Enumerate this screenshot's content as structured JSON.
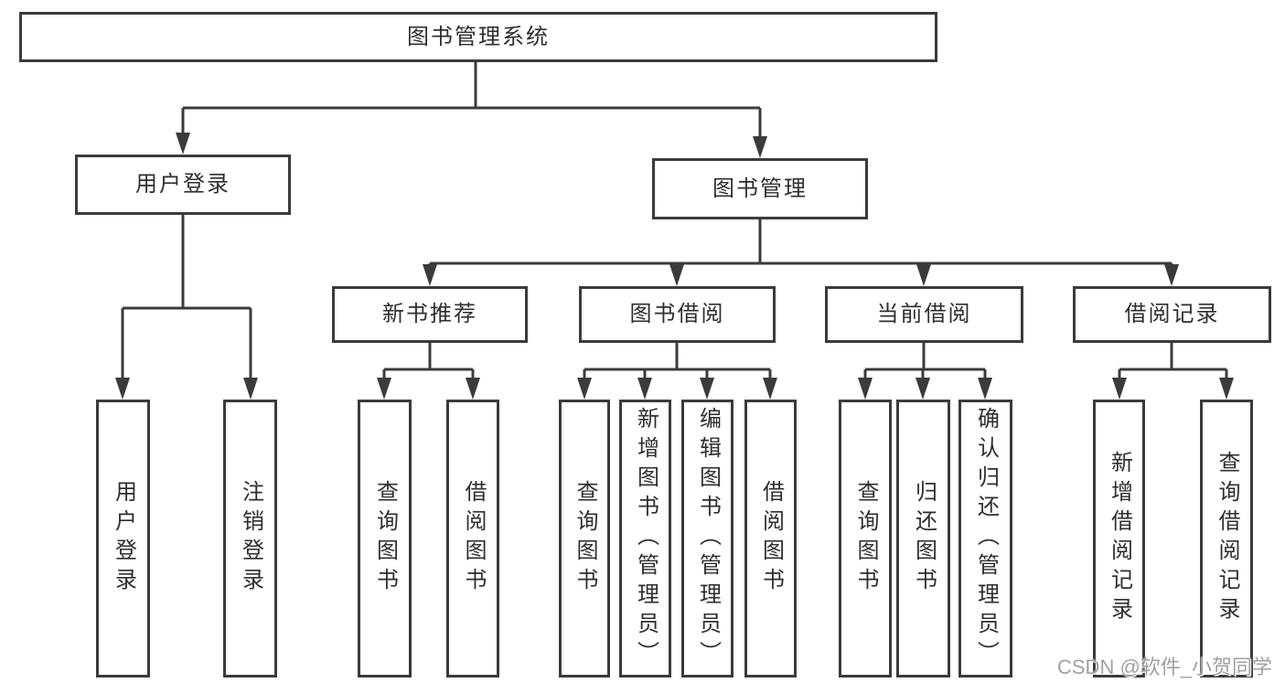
{
  "tree": {
    "root": {
      "label": "图书管理系统"
    },
    "branches": [
      {
        "label": "用户登录",
        "children": [
          {
            "label": "用户登录"
          },
          {
            "label": "注销登录"
          }
        ]
      },
      {
        "label": "图书管理",
        "children": [
          {
            "label": "新书推荐",
            "children": [
              {
                "label": "查询图书"
              },
              {
                "label": "借阅图书"
              }
            ]
          },
          {
            "label": "图书借阅",
            "children": [
              {
                "label": "查询图书"
              },
              {
                "label": "新增图书（管理员）"
              },
              {
                "label": "编辑图书（管理员）"
              },
              {
                "label": "借阅图书"
              }
            ]
          },
          {
            "label": "当前借阅",
            "children": [
              {
                "label": "查询图书"
              },
              {
                "label": "归还图书"
              },
              {
                "label": "确认归还（管理员）"
              }
            ]
          },
          {
            "label": "借阅记录",
            "children": [
              {
                "label": "新增借阅记录"
              },
              {
                "label": "查询借阅记录"
              }
            ]
          }
        ]
      }
    ]
  },
  "watermark": {
    "label": "CSDN @软件_小贺同学"
  },
  "colors": {
    "background": "#ffffff",
    "line": "#3b3b3b",
    "box_border": "#3b3b3b",
    "text": "#2e2e2e",
    "watermark": "#a0a0a0"
  }
}
